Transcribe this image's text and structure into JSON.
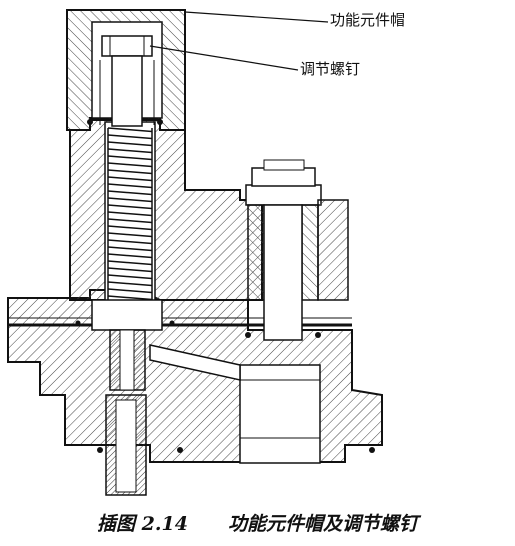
{
  "labels": {
    "cap": "功能元件帽",
    "screw": "调节螺钉"
  },
  "caption": {
    "number": "插图 2.14",
    "title": "功能元件帽及调节螺钉"
  },
  "colors": {
    "line": "#111111",
    "hatch": "#333333",
    "background": "#ffffff"
  }
}
